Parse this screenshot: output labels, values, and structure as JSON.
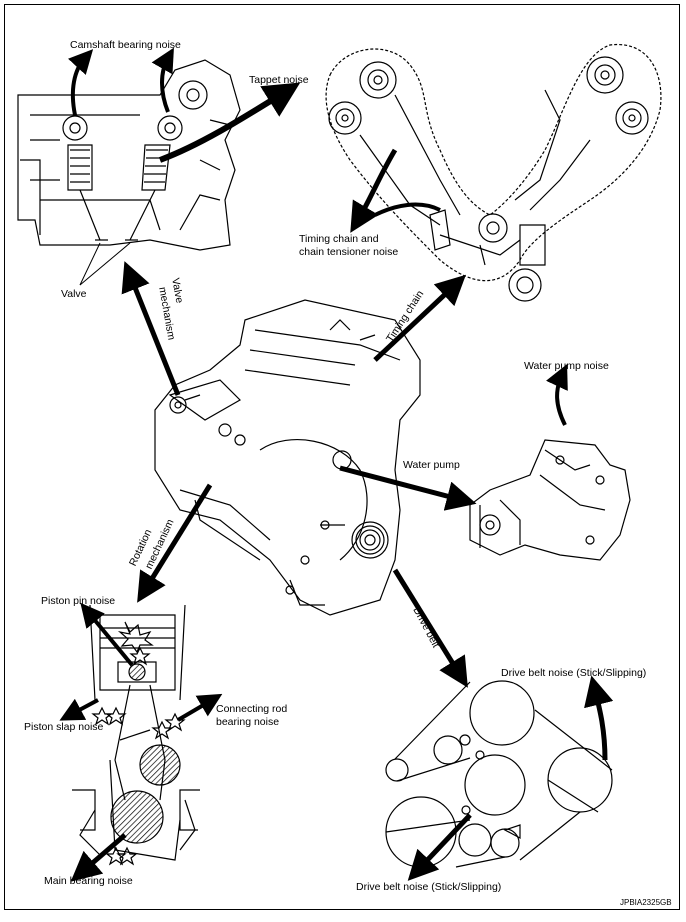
{
  "labels": {
    "camshaft_bearing_noise": "Camshaft bearing noise",
    "tappet_noise": "Tappet noise",
    "valve": "Valve",
    "timing_chain_noise_line1": "Timing chain and",
    "timing_chain_noise_line2": "chain tensioner noise",
    "valve_mechanism_line1": "Valve",
    "valve_mechanism_line2": "mechanism",
    "timing_chain": "Timing chain",
    "water_pump_noise": "Water pump noise",
    "water_pump": "Water pump",
    "rotation_mechanism_line1": "Rotation",
    "rotation_mechanism_line2": "mechanism",
    "drive_belt": "Drive belt",
    "piston_pin_noise": "Piston pin noise",
    "piston_slap_noise": "Piston slap noise",
    "connecting_rod_line1": "Connecting rod",
    "connecting_rod_line2": "bearing noise",
    "main_bearing_noise": "Main bearing noise",
    "drive_belt_noise_top": "Drive belt noise (Stick/Slipping)",
    "drive_belt_noise_bottom": "Drive belt noise (Stick/Slipping)",
    "figure_code": "JPBIA2325GB"
  }
}
